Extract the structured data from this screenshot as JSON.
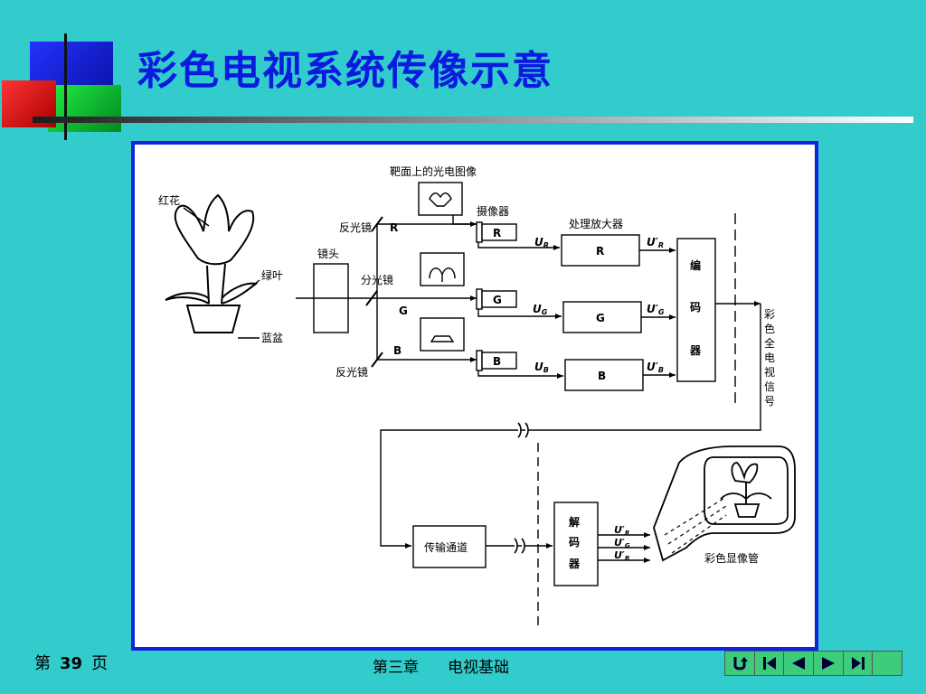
{
  "page": {
    "title": "彩色电视系统传像示意",
    "footer": {
      "page_prefix": "第",
      "page_number": "39",
      "page_suffix": "页",
      "chapter": "第三章",
      "chapter_name": "电视基础"
    },
    "nav_buttons": [
      {
        "name": "return",
        "icon": "return-icon"
      },
      {
        "name": "first",
        "icon": "first-page-icon"
      },
      {
        "name": "prev",
        "icon": "previous-icon"
      },
      {
        "name": "next",
        "icon": "next-icon"
      },
      {
        "name": "last",
        "icon": "last-page-icon"
      },
      {
        "name": "blank",
        "icon": ""
      }
    ],
    "colors": {
      "background": "#33cccc",
      "title": "#0a1adf",
      "frame": "#1122dd"
    }
  },
  "diagram": {
    "target_image": "靶面上的光电图像",
    "red_flower": "红花",
    "green_leaf": "绿叶",
    "blue_pot": "蓝盆",
    "lens": "镜头",
    "mirror_top": "反光镜",
    "splitter": "分光镜",
    "mirror_bottom": "反光镜",
    "camera": "摄像器",
    "amplifier": "处理放大器",
    "ch_r": "R",
    "ch_g": "G",
    "ch_b": "B",
    "ur": "U",
    "ug": "U",
    "ub": "U",
    "sub_r": "R",
    "sub_g": "G",
    "sub_b": "B",
    "upr": "U′",
    "upg": "U′",
    "upb": "U′",
    "encoder": [
      "编",
      "码",
      "器"
    ],
    "full_signal": [
      "彩",
      "色",
      "全",
      "电",
      "视",
      "信",
      "号"
    ],
    "channel": "传输通道",
    "decoder": [
      "解",
      "码",
      "器"
    ],
    "crt": "彩色显像管",
    "dr": "U′",
    "dg": "U′",
    "db": "U′"
  }
}
